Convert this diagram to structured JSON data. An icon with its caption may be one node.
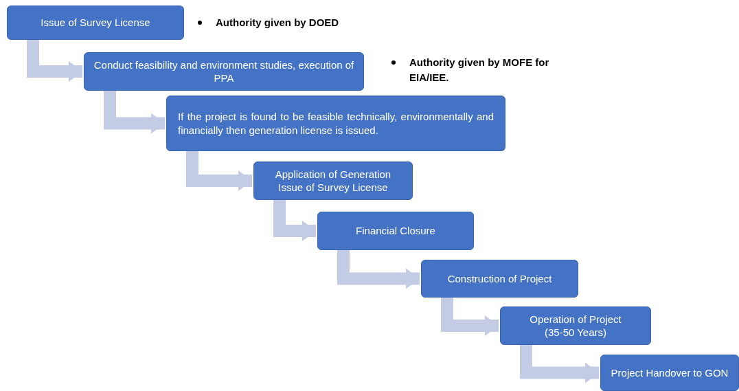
{
  "diagram": {
    "nodes": [
      {
        "text": [
          "Issue of Survey License"
        ],
        "beside": [
          "Authority given by DOED"
        ]
      },
      {
        "text": [
          "Conduct feasibility and environment studies, execution of PPA"
        ]
      },
      {
        "text": [
          "If the project is found to be feasible technically, environmentally and financially then generation license is issued."
        ]
      },
      {
        "text": [
          "Application of Generation Issue of Survey License"
        ]
      },
      {
        "text": [
          "Financial Closure"
        ]
      },
      {
        "text": [
          "Construction of Project"
        ]
      },
      {
        "text": [
          "Operation of Project",
          "(35-50 Years)"
        ]
      },
      {
        "text": [
          "Project Handover to GON"
        ]
      }
    ],
    "edges": [
      {
        "from": 0,
        "to": 1,
        "arrow": "to"
      },
      {
        "from": 1,
        "to": 2,
        "arrow": "to"
      },
      {
        "from": 2,
        "to": 3,
        "arrow": "to"
      },
      {
        "from": 3,
        "to": 4,
        "arrow": "to"
      },
      {
        "from": 4,
        "to": 5,
        "arrow": "to"
      },
      {
        "from": 5,
        "to": 6,
        "arrow": "to"
      },
      {
        "from": 6,
        "to": 7,
        "arrow": "to"
      }
    ],
    "labels": [
      "Authority given by MOFE for EIA/IEE."
    ]
  }
}
